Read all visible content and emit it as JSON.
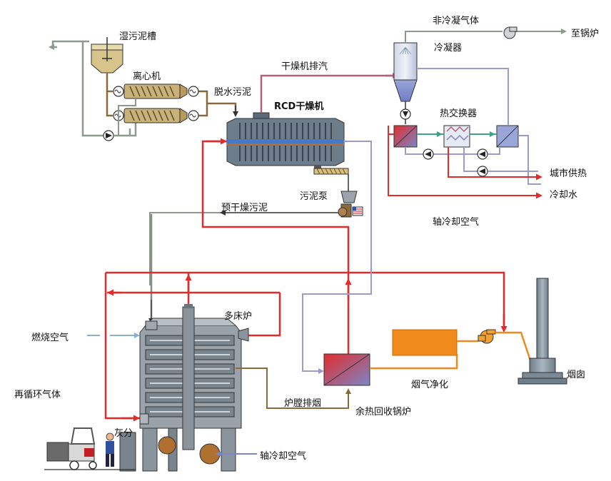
{
  "labels": {
    "wet_sludge_tank": "湿污泥槽",
    "centrifuge": "离心机",
    "dewatered_sludge": "脱水污泥",
    "dryer_exhaust": "干燥机排汽",
    "rcd_dryer": "RCD干燥机",
    "non_condensable_gas": "非冷凝气体",
    "to_boiler": "至锅炉",
    "condenser": "冷凝器",
    "heat_exchanger": "热交换器",
    "city_heating": "城市供热",
    "cooling_water": "冷却水",
    "shaft_cooling_air_top": "轴冷却空气",
    "sludge_pump": "污泥泵",
    "predried_sludge": "预干燥污泥",
    "multiple_hearth_furnace": "多床炉",
    "combustion_air": "燃烧空气",
    "recirculated_gas": "再循环气体",
    "ash": "灰分",
    "furnace_exhaust": "炉膛排烟",
    "waste_heat_boiler": "余热回收锅炉",
    "flue_gas_cleaning": "烟气净化",
    "chimney": "烟囱",
    "shaft_cooling_air_bottom": "轴冷却空气"
  },
  "colors": {
    "hot_gas_red": "#e32b2b",
    "sludge_brown": "#8a6a3a",
    "water_gray": "#8c9a8c",
    "condensate_blue": "#9a9acf",
    "steam_magenta": "#b0607a",
    "flue_orange": "#f08a1c",
    "steel_gray": "#7c8a96"
  }
}
